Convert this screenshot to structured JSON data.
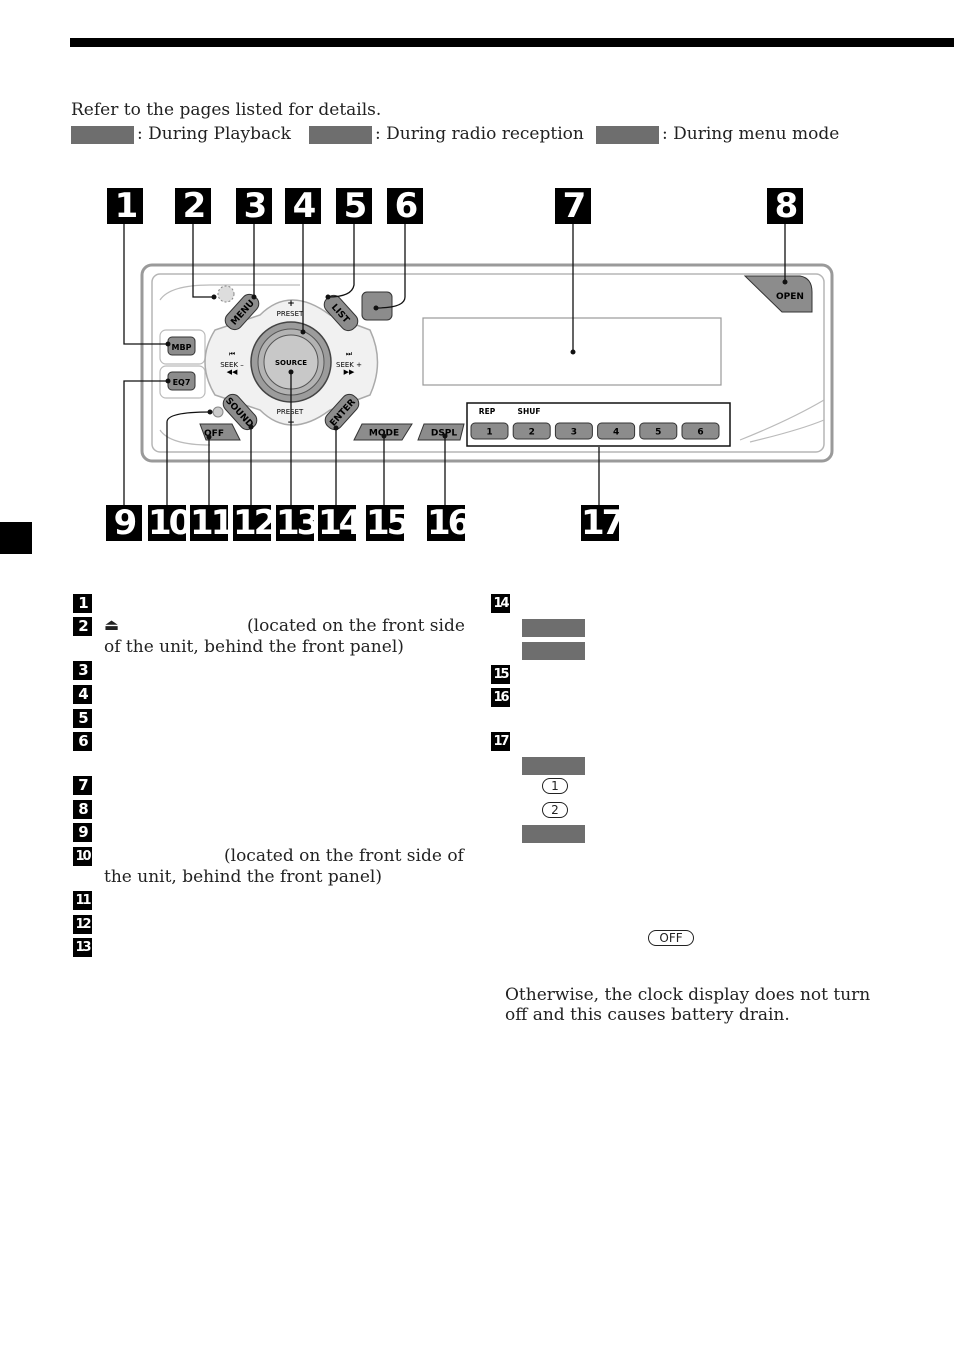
{
  "intro": {
    "refer_text": "Refer to the pages listed for details.",
    "legend_playback": ": During Playback",
    "legend_radio": ": During radio reception",
    "legend_menu": ": During menu mode"
  },
  "callouts": [
    "1",
    "2",
    "3",
    "4",
    "5",
    "6",
    "7",
    "8",
    "9",
    "10",
    "11",
    "12",
    "13",
    "14",
    "15",
    "16",
    "17"
  ],
  "diagram": {
    "mbp": "MBP",
    "eq7": "EQ7",
    "off": "OFF",
    "menu": "MENU",
    "list": "LIST",
    "sound": "SOUND",
    "enter": "ENTER",
    "source": "SOURCE",
    "preset_top": "PRESET",
    "preset_bottom": "PRESET",
    "plus": "+",
    "minus": "−",
    "seek_left": "SEEK –",
    "seek_right": "SEEK +",
    "mode": "MODE",
    "dspl": "DSPL",
    "open": "OPEN",
    "rep": "REP",
    "shuf": "SHUF",
    "presets": [
      "1",
      "2",
      "3",
      "4",
      "5",
      "6"
    ]
  },
  "items_left": {
    "n1": "1",
    "n2": "2",
    "n3": "3",
    "n4": "4",
    "n5": "5",
    "n6": "6",
    "n7": "7",
    "n8": "8",
    "n9": "9",
    "n10": "10",
    "n11": "11",
    "n12": "12",
    "n13": "13",
    "item2_line1": "(located on the front side",
    "item2_line2": "of the unit, behind the front panel)",
    "item10_line1": "(located on the front side of",
    "item10_line2": "the unit, behind the front panel)"
  },
  "items_right": {
    "n14": "14",
    "n15": "15",
    "n16": "16",
    "n17": "17",
    "circ1": "1",
    "circ2": "2",
    "off_button": "OFF",
    "note_line1": "Otherwise, the clock display does not turn",
    "note_line2": "off and this causes battery drain."
  },
  "colors": {
    "legend_box": "#6e6e6e",
    "black": "#000000",
    "panel_stroke": "#9a9a9a"
  }
}
